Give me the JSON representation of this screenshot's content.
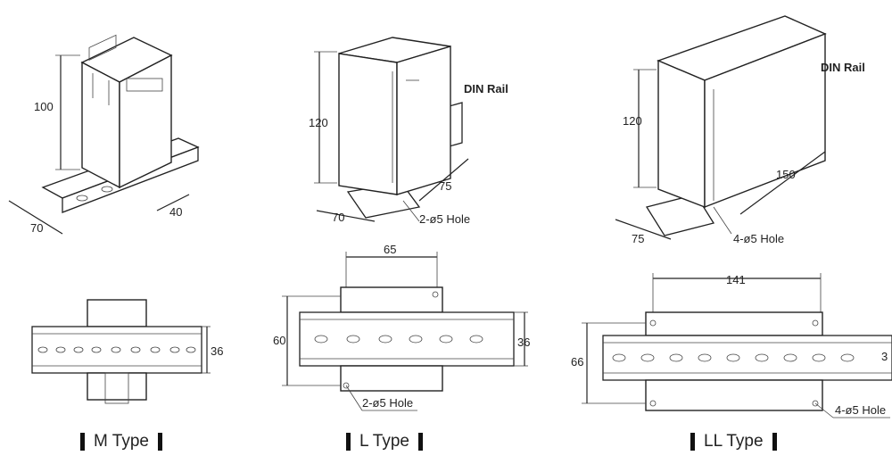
{
  "types": [
    {
      "caption": "M Type",
      "height": "100",
      "width": "70",
      "depth": "40",
      "rail": "36"
    },
    {
      "caption": "L Type",
      "height": "120",
      "width": "70",
      "depth": "75",
      "hole": "2-ø5 Hole",
      "rail_label": "DIN Rail",
      "top_width": "65",
      "overall": "60",
      "rail": "36",
      "hole_bottom": "2-ø5 Hole"
    },
    {
      "caption": "LL Type",
      "height": "120",
      "width": "75",
      "depth": "150",
      "hole": "4-ø5 Hole",
      "rail_label": "DIN Rail",
      "top_width": "141",
      "overall": "66",
      "rail": "3",
      "hole_bottom": "4-ø5 Hole"
    }
  ]
}
